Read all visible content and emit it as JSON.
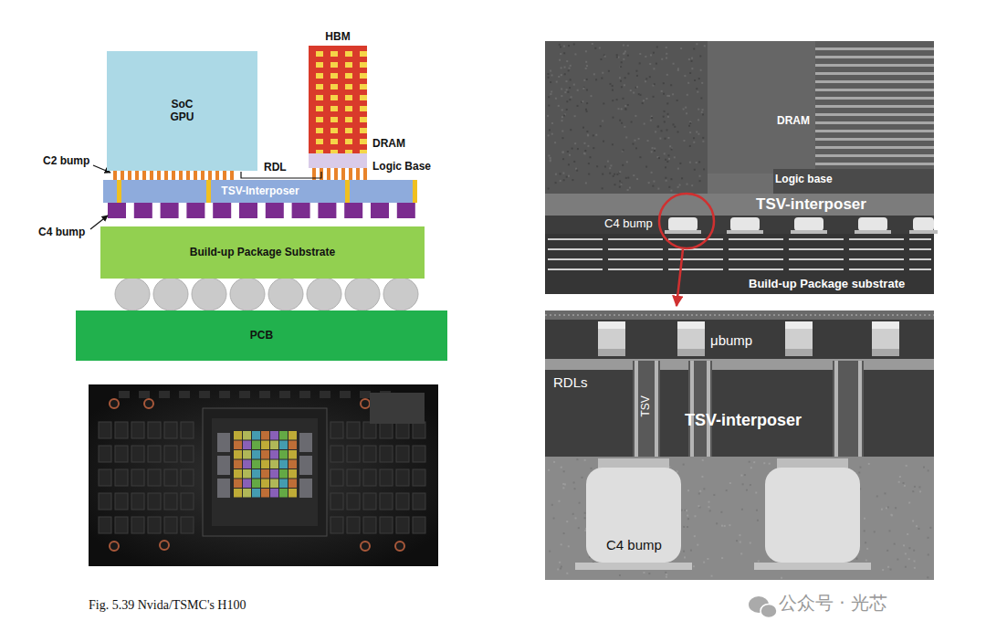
{
  "diagram": {
    "caption": "Fig. 5.39 Nvida/TSMC's H100",
    "nodes": [
      {
        "text": [
          "SoC GPU"
        ]
      },
      {
        "text": [
          "HBM",
          "DRAM"
        ]
      },
      {
        "text": [
          "Logic Base"
        ]
      },
      {
        "text": [
          "TSV-Interposer"
        ]
      },
      {
        "text": [
          "Build-up Package Substrate"
        ]
      },
      {
        "text": [
          "PCB"
        ]
      }
    ],
    "labels": [
      "C2 bump",
      "RDL",
      "C4 bump",
      "DRAM",
      "Logic base",
      "TSV-interposer",
      "C4 bump",
      "Build-up Package substrate",
      "μbump",
      "RDLs",
      "TSV",
      "TSV-interposer",
      "C4 bump",
      "公众号 · 光芯"
    ]
  }
}
